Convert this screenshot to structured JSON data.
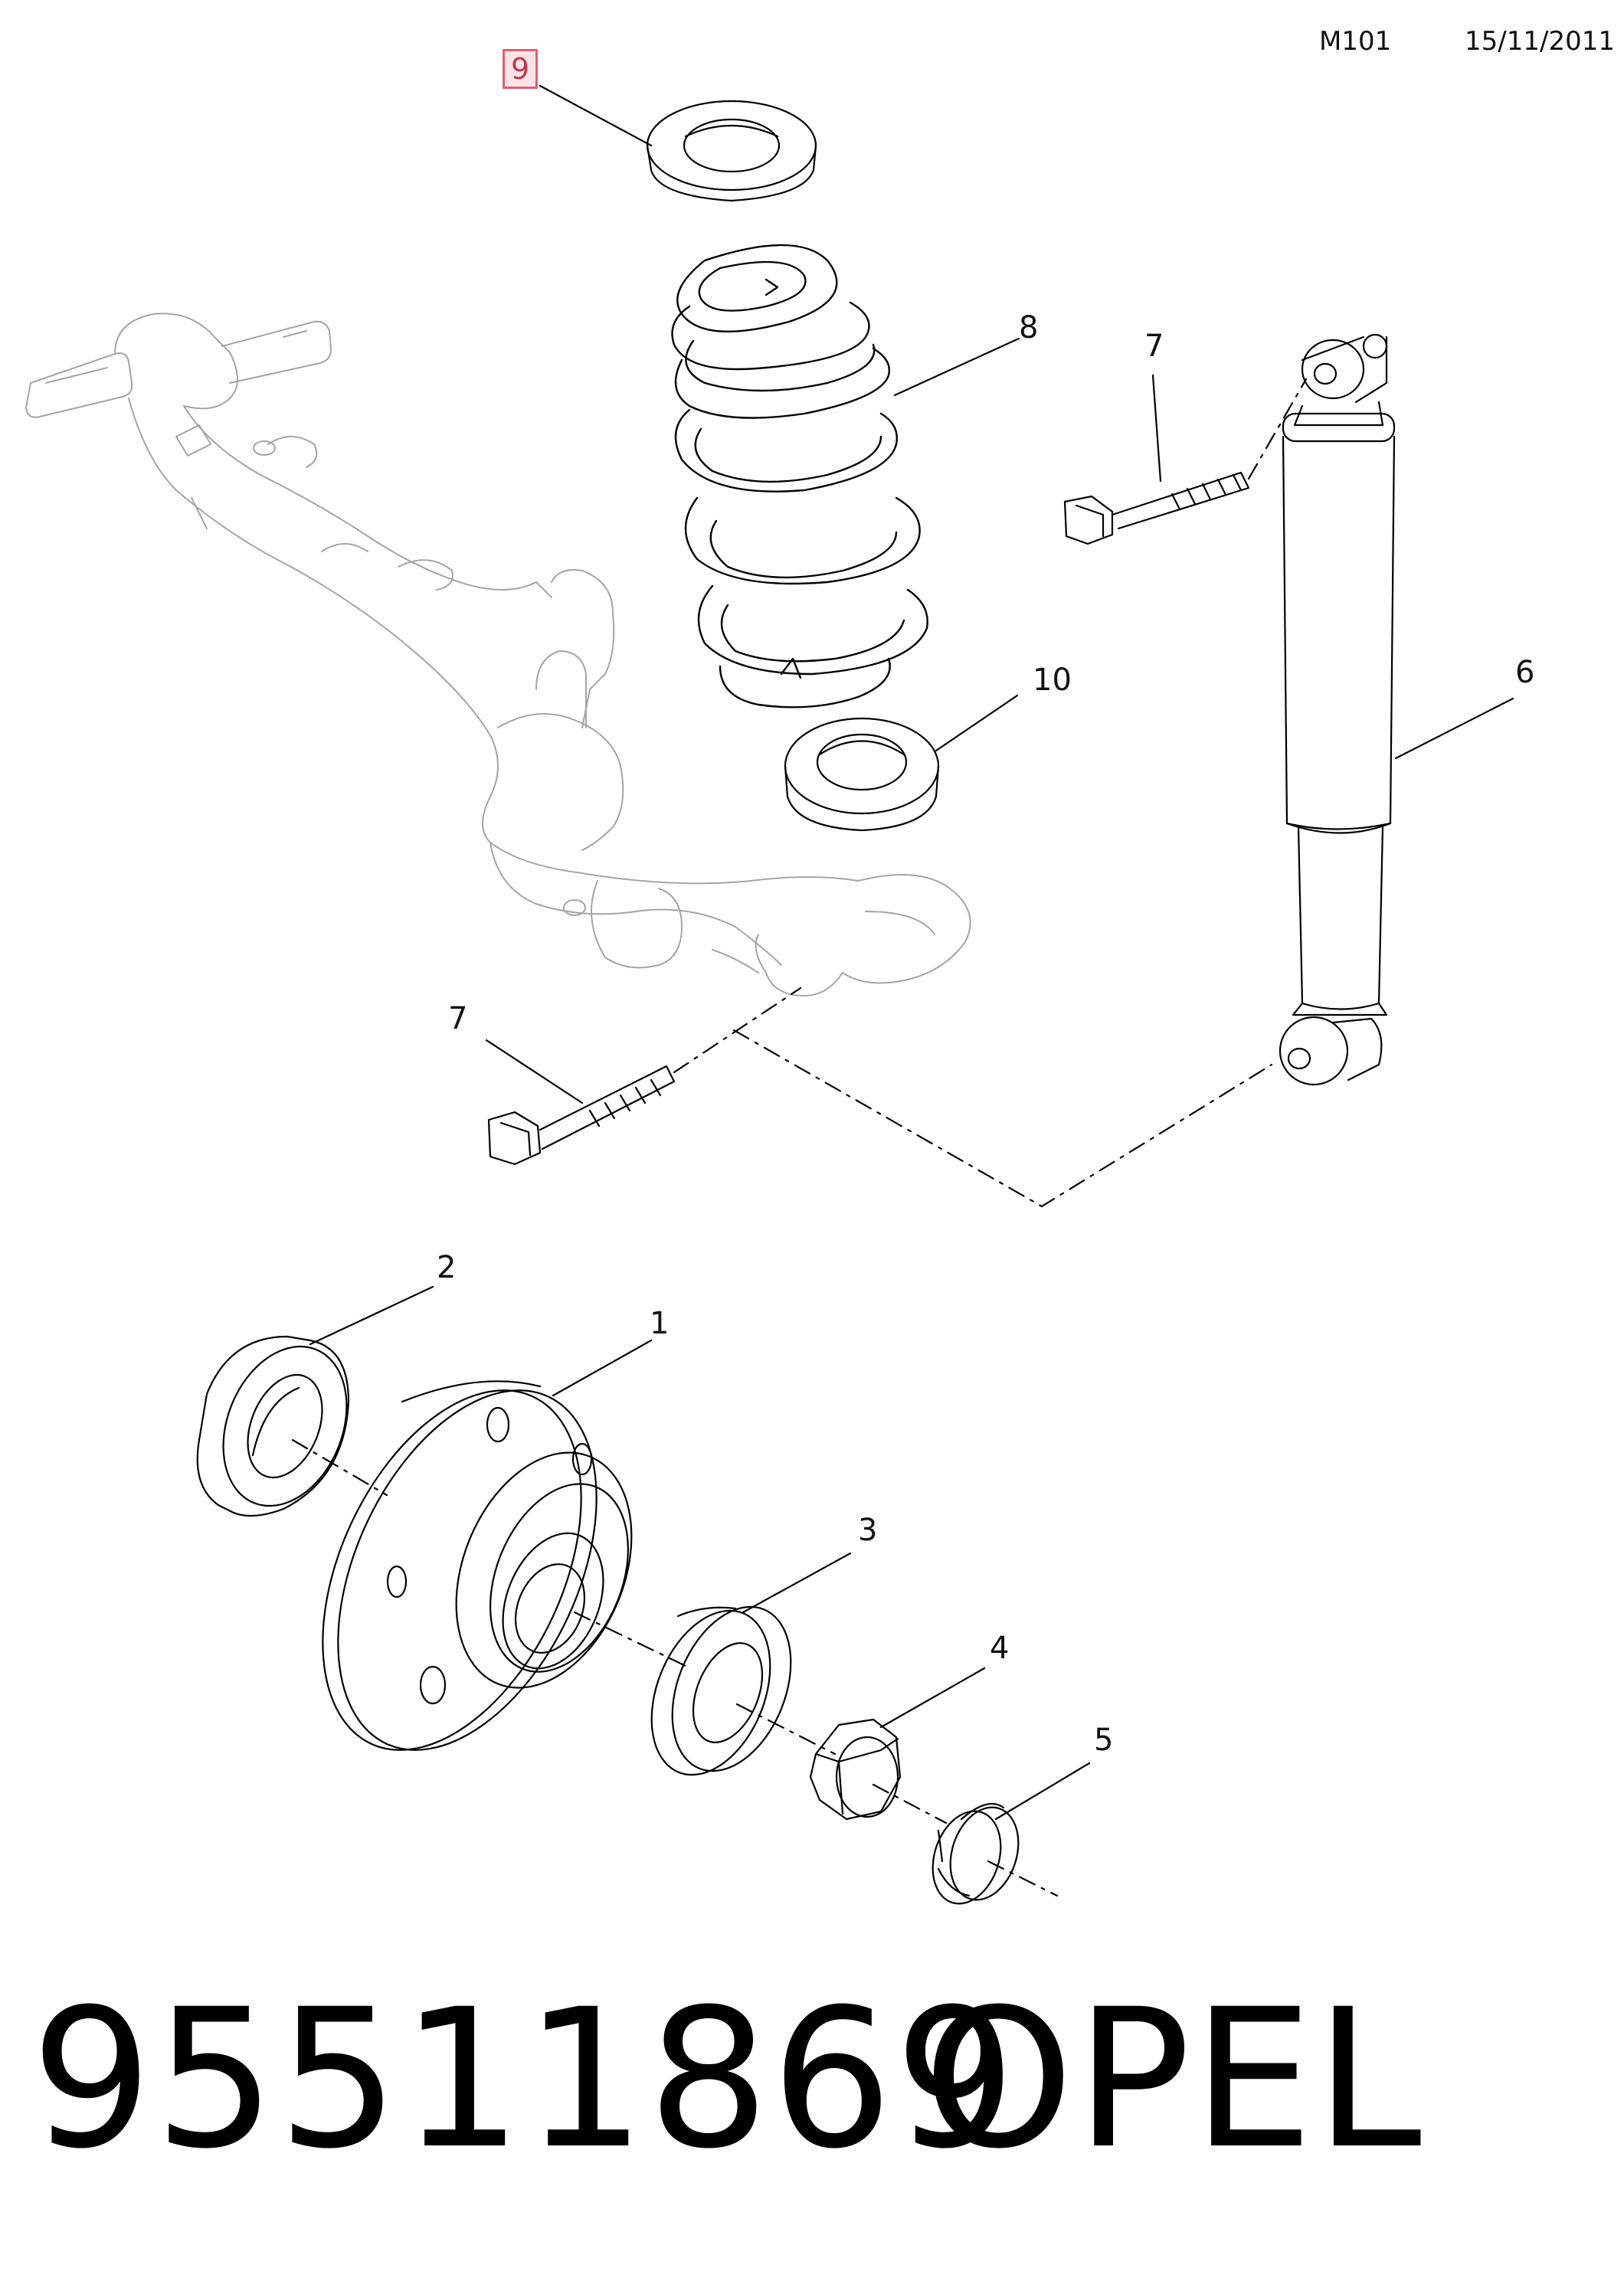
{
  "header": {
    "ref_code": "M101",
    "date": "15/11/2011"
  },
  "callouts": {
    "c1": "1",
    "c2": "2",
    "c3": "3",
    "c4": "4",
    "c5": "5",
    "c6": "6",
    "c7a": "7",
    "c7b": "7",
    "c8": "8",
    "c9": "9",
    "c10": "10"
  },
  "highlighted_callout": "9",
  "footer": {
    "part_number": "95511869",
    "brand": "OPEL"
  },
  "colors": {
    "line": "#000000",
    "faded_line": "#9a9a9a",
    "highlight_border": "#e06070",
    "highlight_fill": "#fbe3e6",
    "highlight_text": "#c0394b"
  }
}
